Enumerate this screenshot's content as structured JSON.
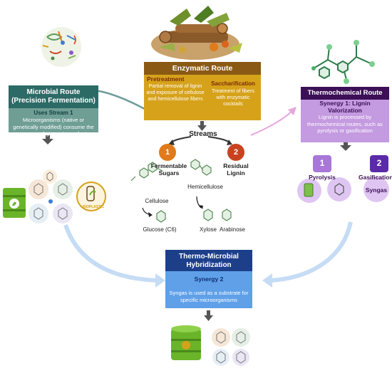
{
  "enzymatic": {
    "title": "Enzymatic Route",
    "pretreatment_title": "Pretreatment",
    "pretreatment_text": "Partial removal of lignin and exposure of cellulose and hemicellulose fibers",
    "saccharification_title": "Saccharification",
    "saccharification_text": "Treatment of fibers with enzymatic cocktails"
  },
  "streams": {
    "title": "Streams",
    "stream1_number": "1",
    "stream1_label": "Fermentable Sugars",
    "stream2_number": "2",
    "stream2_label": "Residual Lignin",
    "cellulose": "Cellulose",
    "hemicellulose": "Hemicellulose",
    "glucose": "Glucose (C6)",
    "xylose": "Xylose",
    "arabinose": "Arabinose"
  },
  "microbial": {
    "title": "Microbial Route (Precision Fermentation)",
    "subtitle": "Uses Stream 1",
    "text": "Microorganisms (native or genetically modified) consume the sugars and generate products",
    "bioplastic": "BIOPLASTIC"
  },
  "thermochemical": {
    "title": "Thermochemical Route",
    "subtitle": "Synergy 1: Lignin Valorization",
    "text": "Lignin is processed by thermochemical routes, such as pyrolysis or gasification",
    "pyrolysis_number": "1",
    "pyrolysis_label": "Pyrolysis",
    "gasification_number": "2",
    "gasification_label": "Gasification",
    "syngas": "Syngas"
  },
  "hybrid": {
    "title": "Thermo-Microbial Hybridization",
    "subtitle": "Synergy 2",
    "text": "Syngas is used as a substrate for specific microorganisms"
  },
  "colors": {
    "enzymatic_header": "#8a5a14",
    "enzymatic_body": "#d6a21a",
    "microbial_header": "#2c6a66",
    "microbial_body": "#6f9e95",
    "thermo_header": "#3c0f57",
    "thermo_body": "#c49ae0",
    "hybrid_header": "#1d3f8a",
    "hybrid_body": "#5fa0e8",
    "stream_orange": "#e07a1a",
    "stream_red": "#c8431e"
  }
}
